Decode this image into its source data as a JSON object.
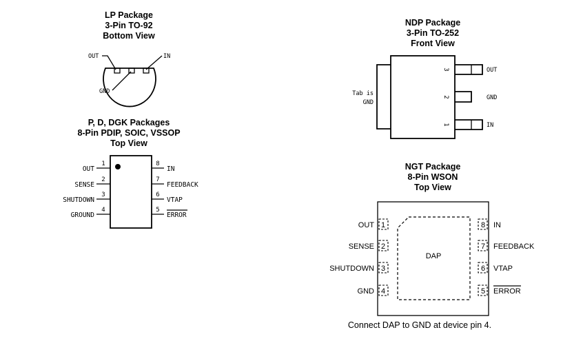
{
  "lp": {
    "title": [
      "LP Package",
      "3-Pin TO-92",
      "Bottom View"
    ],
    "pins": {
      "out": "OUT",
      "in": "IN",
      "gnd": "GND"
    }
  },
  "ndp": {
    "title": [
      "NDP Package",
      "3-Pin TO-252",
      "Front View"
    ],
    "tab": [
      "Tab is",
      "GND"
    ],
    "pins": [
      {
        "num": "3",
        "label": "OUT"
      },
      {
        "num": "2",
        "label": "GND"
      },
      {
        "num": "1",
        "label": "IN"
      }
    ]
  },
  "pdd": {
    "title": [
      "P, D, DGK Packages",
      "8-Pin PDIP, SOIC, VSSOP",
      "Top View"
    ],
    "left": [
      {
        "num": "1",
        "label": "OUT"
      },
      {
        "num": "2",
        "label": "SENSE"
      },
      {
        "num": "3",
        "label": "SHUTDOWN"
      },
      {
        "num": "4",
        "label": "GROUND"
      }
    ],
    "right": [
      {
        "num": "8",
        "label": "IN"
      },
      {
        "num": "7",
        "label": "FEEDBACK"
      },
      {
        "num": "6",
        "label": "VTAP"
      },
      {
        "num": "5",
        "label": "ERROR"
      }
    ]
  },
  "ngt": {
    "title": [
      "NGT Package",
      "8-Pin WSON",
      "Top View"
    ],
    "dap": "DAP",
    "left": [
      {
        "num": "1",
        "label": "OUT"
      },
      {
        "num": "2",
        "label": "SENSE"
      },
      {
        "num": "3",
        "label": "SHUTDOWN"
      },
      {
        "num": "4",
        "label": "GND"
      }
    ],
    "right": [
      {
        "num": "8",
        "label": "IN"
      },
      {
        "num": "7",
        "label": "FEEDBACK"
      },
      {
        "num": "6",
        "label": "VTAP"
      },
      {
        "num": "5",
        "label": "ERROR"
      }
    ],
    "note": "Connect DAP to GND at device pin 4."
  }
}
